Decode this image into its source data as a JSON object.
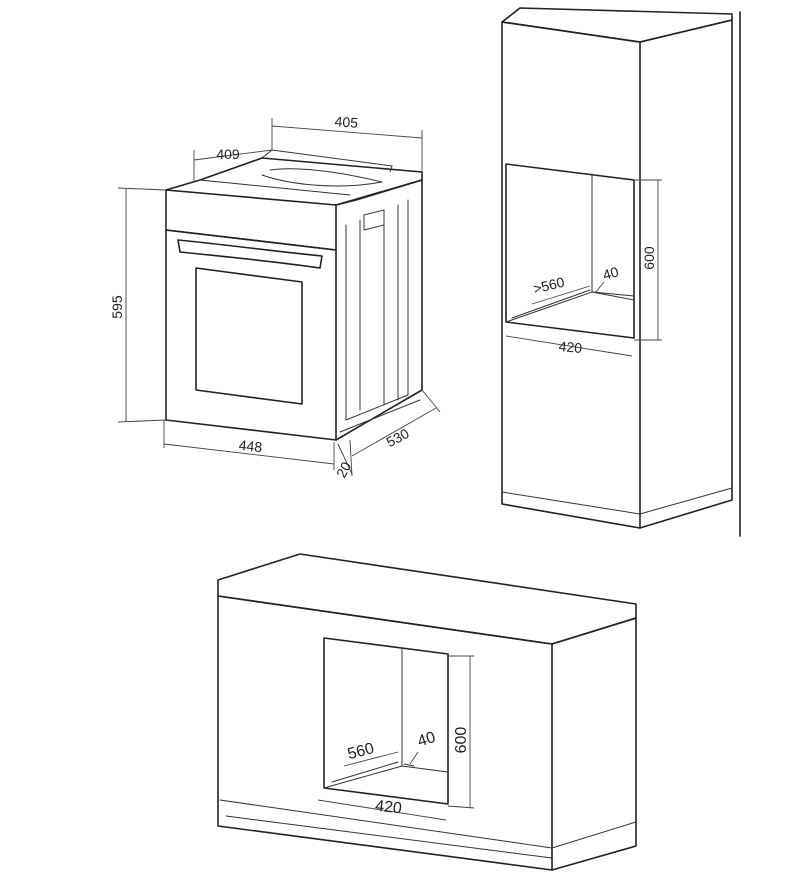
{
  "oven": {
    "dim_width_top": "405",
    "dim_depth_top": "409",
    "dim_height": "595",
    "dim_front_width": "448",
    "dim_side_depth": "530",
    "dim_offset": "20"
  },
  "tall_cabinet": {
    "dim_depth": ">560",
    "dim_gap": "40",
    "dim_height": "600",
    "dim_width": "420"
  },
  "base_cabinet": {
    "dim_depth": "560",
    "dim_gap": "40",
    "dim_height": "600",
    "dim_width": "420"
  },
  "colors": {
    "line": "#222222",
    "background": "#ffffff"
  }
}
